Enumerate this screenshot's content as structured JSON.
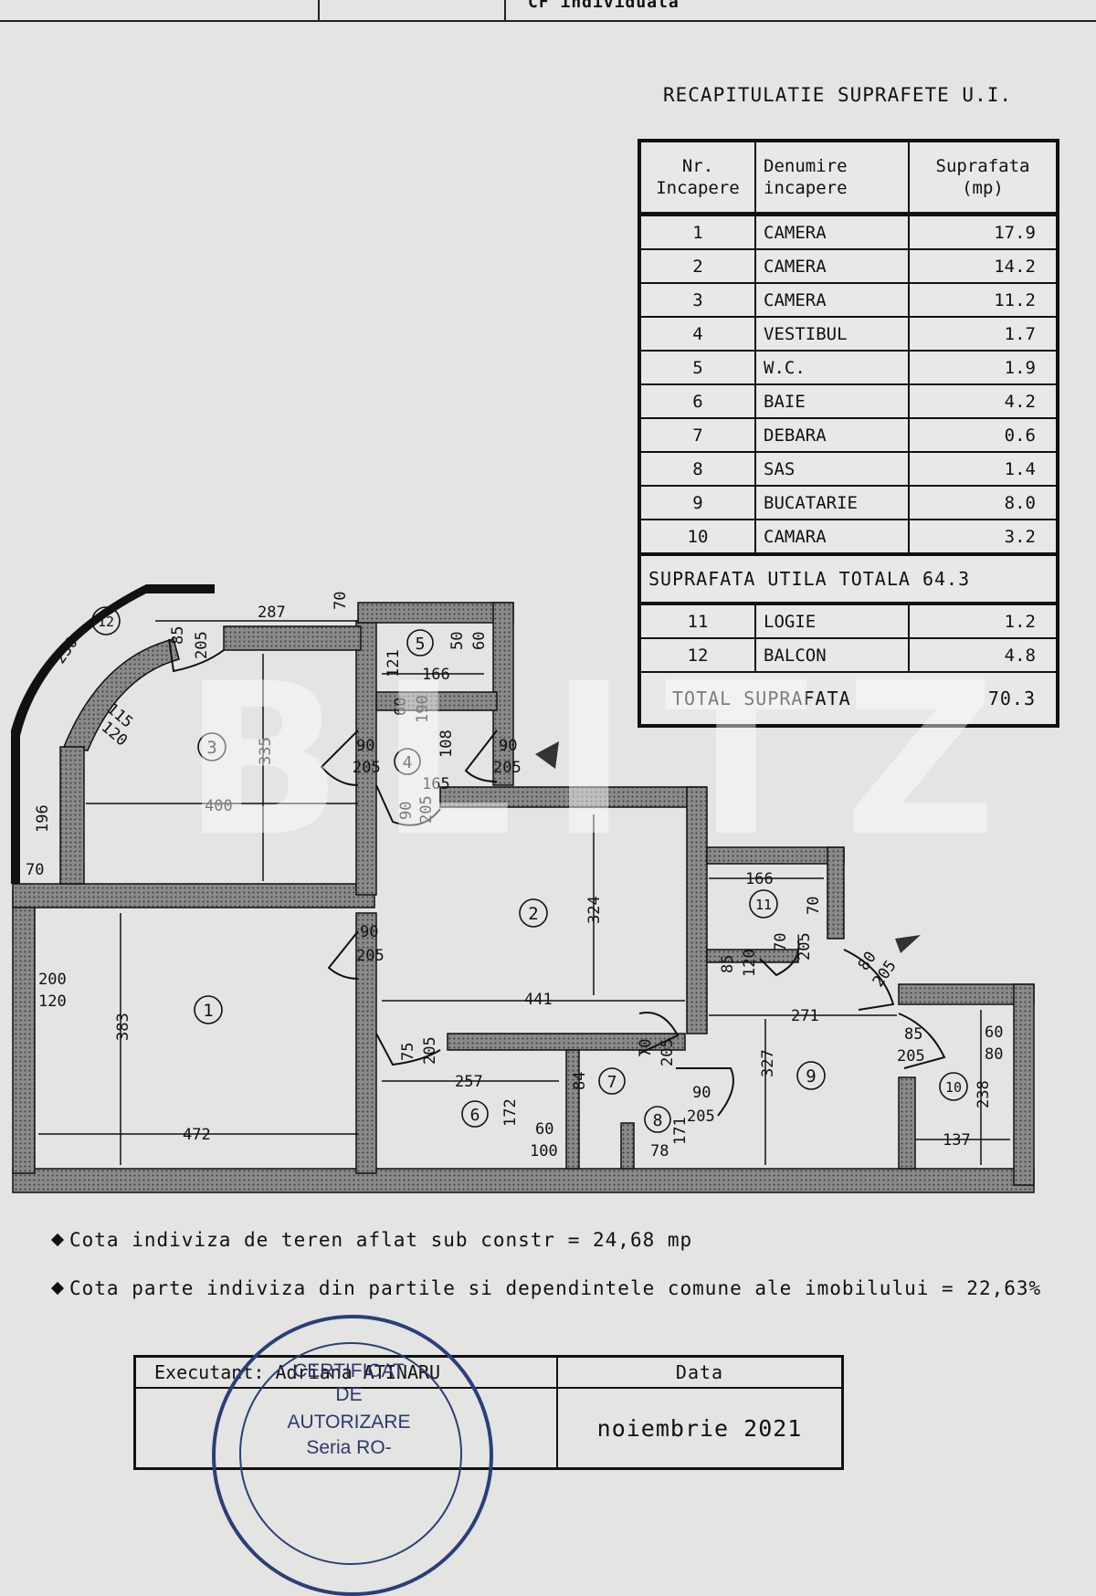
{
  "header": {
    "text": "CF individuala"
  },
  "recap": {
    "title": "RECAPITULATIE SUPRAFETE U.I.",
    "headers": {
      "nr": "Nr. Incapere",
      "name": "Denumire incapere",
      "area": "Suprafata (mp)"
    },
    "rooms": [
      {
        "nr": "1",
        "name": "CAMERA",
        "area": "17.9"
      },
      {
        "nr": "2",
        "name": "CAMERA",
        "area": "14.2"
      },
      {
        "nr": "3",
        "name": "CAMERA",
        "area": "11.2"
      },
      {
        "nr": "4",
        "name": "VESTIBUL",
        "area": "1.7"
      },
      {
        "nr": "5",
        "name": "W.C.",
        "area": "1.9"
      },
      {
        "nr": "6",
        "name": "BAIE",
        "area": "4.2"
      },
      {
        "nr": "7",
        "name": "DEBARA",
        "area": "0.6"
      },
      {
        "nr": "8",
        "name": "SAS",
        "area": "1.4"
      },
      {
        "nr": "9",
        "name": "BUCATARIE",
        "area": "8.0"
      },
      {
        "nr": "10",
        "name": "CAMARA",
        "area": "3.2"
      }
    ],
    "useful_total": "SUPRAFATA UTILA TOTALA 64.3",
    "extras": [
      {
        "nr": "11",
        "name": "LOGIE",
        "area": "1.2"
      },
      {
        "nr": "12",
        "name": "BALCON",
        "area": "4.8"
      }
    ],
    "grand_total_label": "TOTAL SUPRAFATA",
    "grand_total_value": "70.3"
  },
  "plan": {
    "room_numbers": [
      "1",
      "2",
      "3",
      "4",
      "5",
      "6",
      "7",
      "8",
      "9",
      "10",
      "11",
      "12"
    ],
    "dimensions": [
      "287",
      "70",
      "85",
      "205",
      "230",
      "115",
      "120",
      "335",
      "400",
      "196",
      "70",
      "50",
      "60",
      "121",
      "166",
      "60",
      "190",
      "90",
      "205",
      "108",
      "90",
      "205",
      "165",
      "90",
      "205",
      "324",
      "441",
      "90",
      "205",
      "383",
      "472",
      "200",
      "120",
      "75",
      "205",
      "257",
      "172",
      "60",
      "100",
      "84",
      "70",
      "205",
      "90",
      "205",
      "171",
      "78",
      "166",
      "70",
      "70",
      "205",
      "85",
      "120",
      "80",
      "205",
      "271",
      "327",
      "85",
      "205",
      "60",
      "80",
      "238",
      "137"
    ]
  },
  "notes": [
    "Cota indiviza de teren aflat sub constr = 24,68 mp",
    "Cota parte indiviza din partile si dependintele comune ale imobilului = 22,63%"
  ],
  "signature_table": {
    "executant_label": "Executant: Adriana ATINARU",
    "date_label": "Data",
    "date_value": "noiembrie 2021"
  },
  "stamp": {
    "lines": [
      "CERTIFICAT",
      "DE",
      "AUTORIZARE",
      "Seria RO-"
    ]
  },
  "watermark": {
    "text": "BLITZ"
  }
}
